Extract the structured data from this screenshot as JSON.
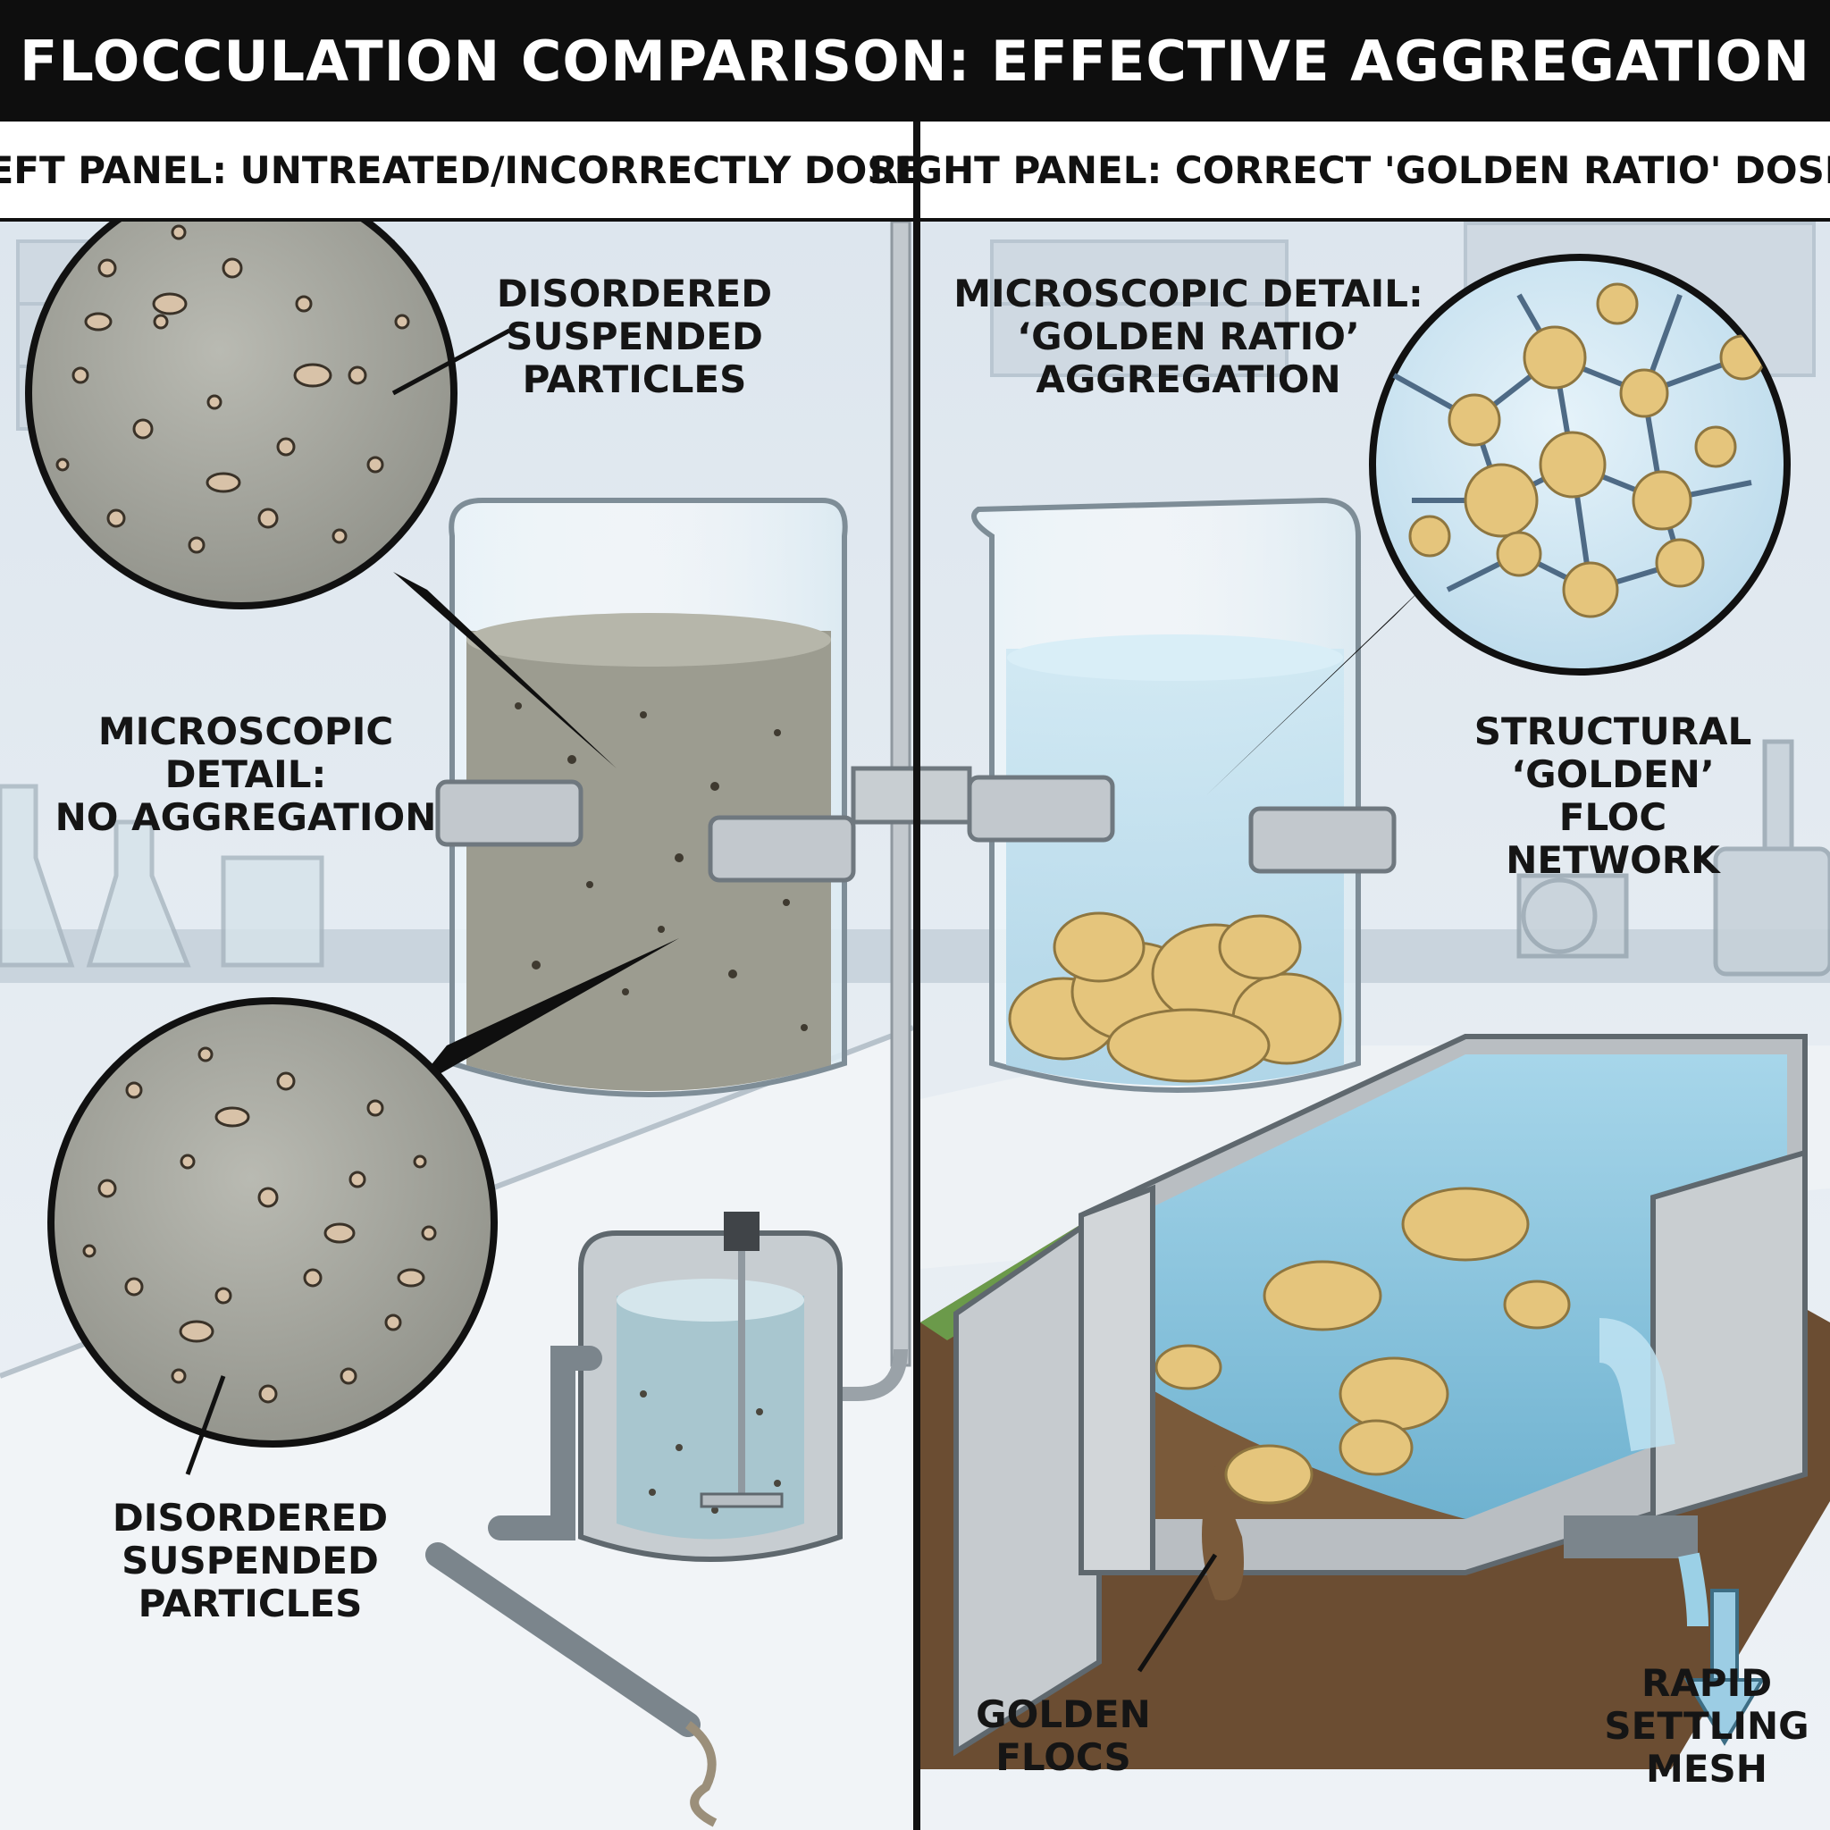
{
  "title": "FLOCCULATION COMPARISON: EFFECTIVE AGGREGATION",
  "left_panel": {
    "heading": "LEFT PANEL: UNTREATED/INCORRECTLY DOSED",
    "label_top": "DISORDERED\nSUSPENDED\nPARTICLES",
    "label_middle": "MICROSCOPIC DETAIL:\nNO AGGREGATION",
    "label_bottom": "DISORDERED\nSUSPENDED\nPARTICLES"
  },
  "right_panel": {
    "heading": "RIGHT PANEL: CORRECT 'GOLDEN RATIO' DOSED",
    "label_micro": "MICROSCOPIC DETAIL:\n‘GOLDEN RATIO’\nAGGREGATION",
    "label_network": "STRUCTURAL\n‘GOLDEN’ FLOC\nNETWORK",
    "label_flocs": "GOLDEN\nFLOCS",
    "label_mesh": "RAPID\nSETTLING\nMESH"
  },
  "colors": {
    "title_bg": "#0e0e0e",
    "murky": "#9a9a8e",
    "clear_water": "#bfe0ef",
    "floc_gold": "#e5c57c",
    "concrete": "#bfc4c8",
    "sludge": "#7a5a3a"
  }
}
